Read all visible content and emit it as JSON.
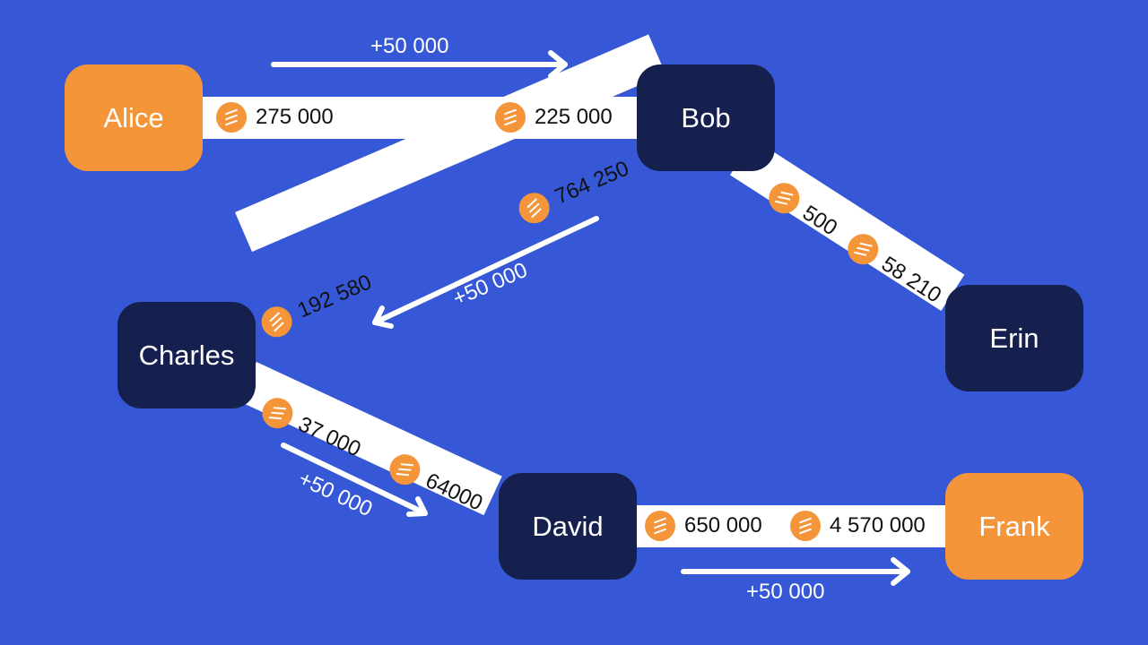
{
  "colors": {
    "background": "#3658D6",
    "node_dark": "#16204F",
    "node_highlight": "#F5953A",
    "coin": "#F5953A",
    "channel": "#FFFFFF"
  },
  "icons": {
    "balance": "coin-icon",
    "flow": "arrow-icon"
  },
  "nodes": {
    "alice": "Alice",
    "bob": "Bob",
    "charles": "Charles",
    "david": "David",
    "erin": "Erin",
    "frank": "Frank"
  },
  "channels": {
    "alice_bob": {
      "left": "275 000",
      "right": "225 000"
    },
    "bob_charles": {
      "bob_side": "764 250",
      "charles_side": "192 580"
    },
    "bob_erin": {
      "bob_side": "500",
      "erin_side": "58 210"
    },
    "charles_david": {
      "charles_side": "37 000",
      "david_side": "64000"
    },
    "david_frank": {
      "left": "650 000",
      "right": "4 570 000"
    }
  },
  "payments": {
    "alice_to_bob": "+50 000",
    "bob_to_charles": "+50 000",
    "charles_to_david": "+50 000",
    "david_to_frank": "+50 000"
  }
}
